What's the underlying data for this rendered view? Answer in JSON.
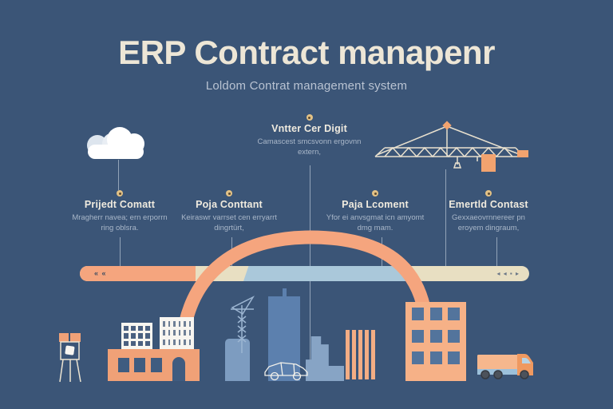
{
  "title": "ERP Contract manapenr",
  "subtitle": "Loldom Contrat management system",
  "center_callout": {
    "heading": "Vntter Cer Digit",
    "body": "Camascest smcsvonn ergovnn extern,"
  },
  "columns": [
    {
      "heading": "Prijedt Comatt",
      "body": "Mragherr navea; ern erporrn ring oblsra."
    },
    {
      "heading": "Poja Conttant",
      "body": "Keiraswr varrset cen erryarrt dingrtürt,"
    },
    {
      "heading": "Paja Lcoment",
      "body": "Yfor ei anvsgmat icn amyomt dmg mam."
    },
    {
      "heading": "Emertld Contast",
      "body": "Gexxaeovrnnereer pn eroyem dingraum,"
    }
  ],
  "timeline": {
    "left_marks": "« «",
    "right_marks": "◂ ◂ ▪ ▸"
  },
  "icons": {
    "cloud": "cloud-icon",
    "tower_crane": "tower-crane-icon",
    "construction_crane_sketch": "construction-crane-sketch-icon",
    "easel_sign": "easel-sign-icon",
    "car_sketch": "car-sketch-icon",
    "truck": "truck-icon",
    "arch": "arch-bridge-shape"
  },
  "colors": {
    "background": "#3b5577",
    "title": "#ede6d6",
    "subtitle": "#b9c3d2",
    "salmon": "#f5a57e",
    "bar_beige": "#e8dfc2",
    "light_blue": "#aac8da",
    "building_orange": "#f6b187",
    "factory_orange": "#f0a177",
    "building_blue": "#5c80ae",
    "building_light_blue": "#87a4c5",
    "white_building": "#f7f5f0",
    "truss_cream": "#e9e1cf"
  }
}
